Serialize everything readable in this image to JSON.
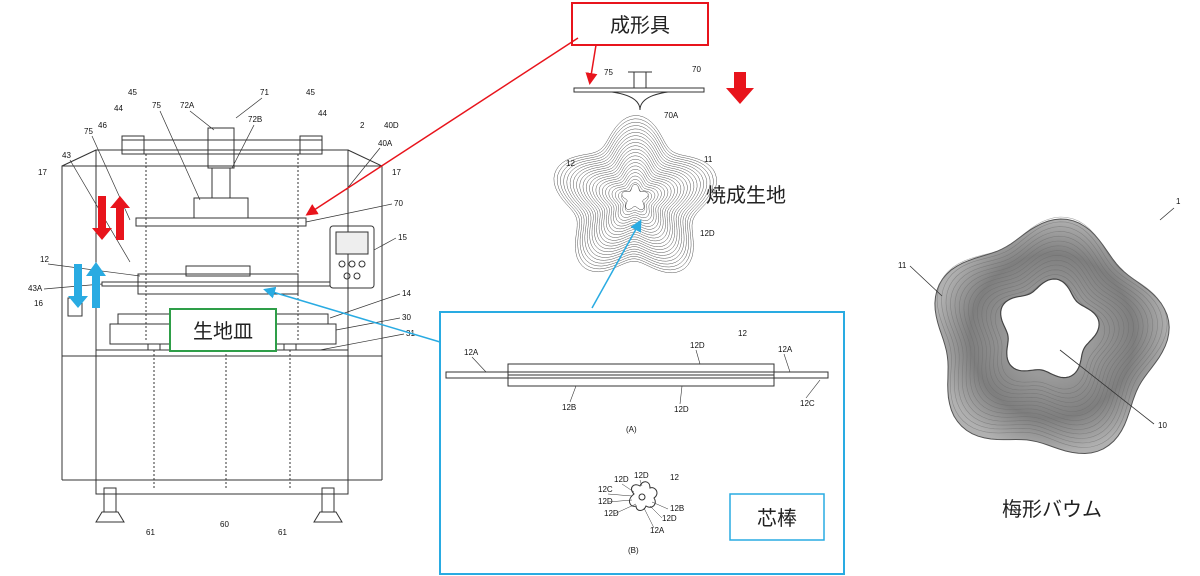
{
  "labels": {
    "forming_tool": "成形具",
    "baked_dough": "焼成生地",
    "dough_tray": "生地皿",
    "core_rod": "芯棒",
    "ume_baum": "梅形バウム"
  },
  "machine_refs": {
    "r71": "71",
    "r72A": "72A",
    "r72B": "72B",
    "r75": "75",
    "r75b": "75",
    "r45a": "45",
    "r45b": "45",
    "r44a": "44",
    "r44b": "44",
    "r46": "46",
    "r2": "2",
    "r40D": "40D",
    "r40A": "40A",
    "r43": "43",
    "r17a": "17",
    "r17b": "17",
    "r70": "70",
    "r15": "15",
    "r12": "12",
    "r43A": "43A",
    "r16": "16",
    "r14": "14",
    "r30": "30",
    "r31": "31",
    "r61a": "61",
    "r60": "60",
    "r61b": "61"
  },
  "tool_refs": {
    "r75": "75",
    "r70": "70",
    "r70A": "70A"
  },
  "spiral_refs": {
    "r12": "12",
    "r11": "11",
    "r12D": "12D"
  },
  "rod_refs": {
    "r12": "12",
    "r12A_l": "12A",
    "r12D_t": "12D",
    "r12A_r": "12A",
    "r12B": "12B",
    "r12D_b": "12D",
    "r12C": "12C",
    "capA": "(A)"
  },
  "cross_refs": {
    "r12": "12",
    "r12D_1": "12D",
    "r12D_2": "12D",
    "r12C": "12C",
    "r12D_3": "12D",
    "r12B": "12B",
    "r12D_4": "12D",
    "r12D_5": "12D",
    "r12A": "12A",
    "capB": "(B)"
  },
  "photo_refs": {
    "r1": "1",
    "r11": "11",
    "r10": "10"
  },
  "colors": {
    "red": "#e8141c",
    "blue": "#29abe2",
    "green": "#2e9e48",
    "line": "#333333"
  }
}
